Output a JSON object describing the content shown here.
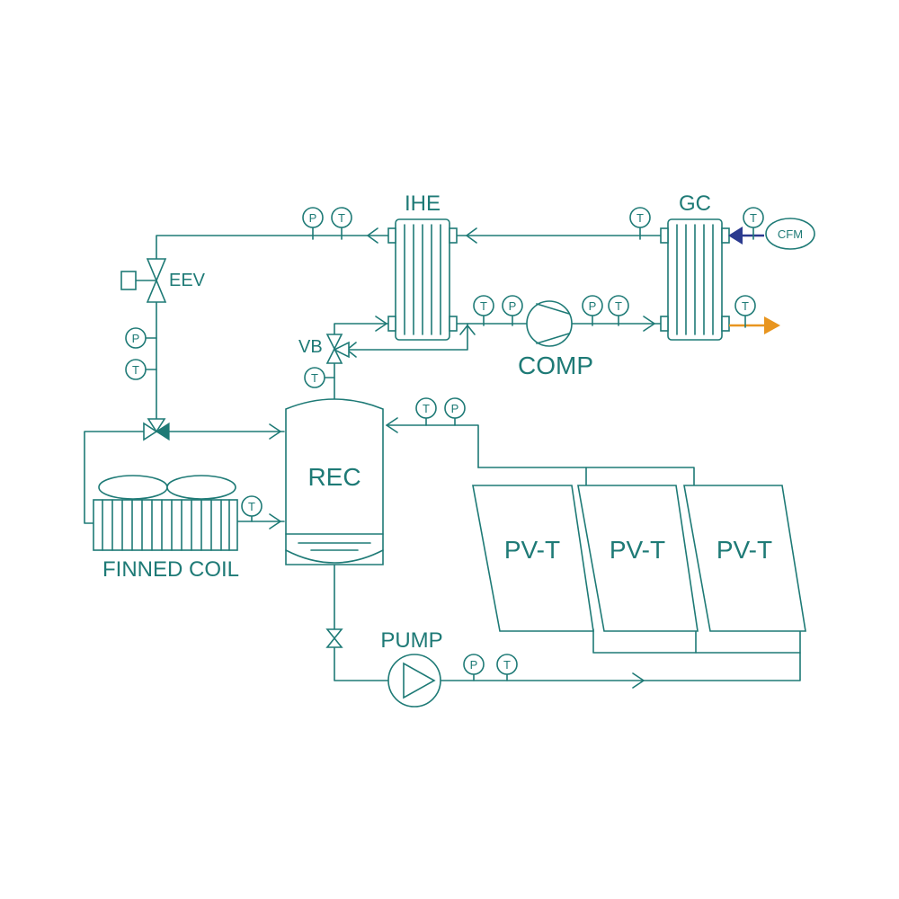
{
  "labels": {
    "ihe": "IHE",
    "gc": "GC",
    "cfm": "CFM",
    "eev": "EEV",
    "vb": "VB",
    "comp": "COMP",
    "rec": "REC",
    "finned_coil": "FINNED COIL",
    "pump": "PUMP",
    "pvt": [
      "PV-T",
      "PV-T",
      "PV-T"
    ]
  },
  "sensors": {
    "p": "P",
    "t": "T"
  },
  "colors": {
    "line": "#1e7a76",
    "air_in_arrow": "#2b3a8f",
    "air_out_arrow": "#e8951f"
  }
}
